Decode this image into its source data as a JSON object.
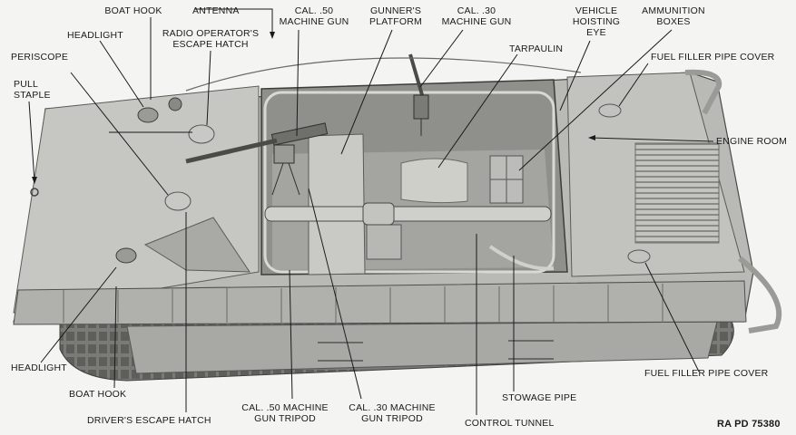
{
  "labels": {
    "boat_hook_top": "BOAT HOOK",
    "antenna": "ANTENNA",
    "headlight_top": "HEADLIGHT",
    "radio_hatch": "RADIO OPERATOR'S\nESCAPE HATCH",
    "cal50_gun": "CAL. .50\nMACHINE GUN",
    "gunners_platform": "GUNNER'S\nPLATFORM",
    "cal30_gun": "CAL. .30\nMACHINE GUN",
    "tarpaulin": "TARPAULIN",
    "hoisting_eye": "VEHICLE\nHOISTING\nEYE",
    "ammo_boxes": "AMMUNITION\nBOXES",
    "periscope": "PERISCOPE",
    "fuel_filler_top": "FUEL FILLER PIPE COVER",
    "pull_staple": "PULL\nSTAPLE",
    "engine_room": "ENGINE ROOM",
    "headlight_bottom": "HEADLIGHT",
    "boat_hook_bottom": "BOAT HOOK",
    "drivers_hatch": "DRIVER'S ESCAPE HATCH",
    "cal50_tripod": "CAL. .50 MACHINE\nGUN TRIPOD",
    "cal30_tripod": "CAL. .30 MACHINE\nGUN TRIPOD",
    "control_tunnel": "CONTROL TUNNEL",
    "stowage_pipe": "STOWAGE PIPE",
    "fuel_filler_bottom": "FUEL FILLER PIPE COVER"
  },
  "reference": "RA PD 75380",
  "colors": {
    "hull": "#b9b9b5",
    "hull_dark": "#8e8e8a",
    "hull_light": "#d6d6d2",
    "track": "#6b6b67",
    "leader": "#1a1a1a"
  }
}
